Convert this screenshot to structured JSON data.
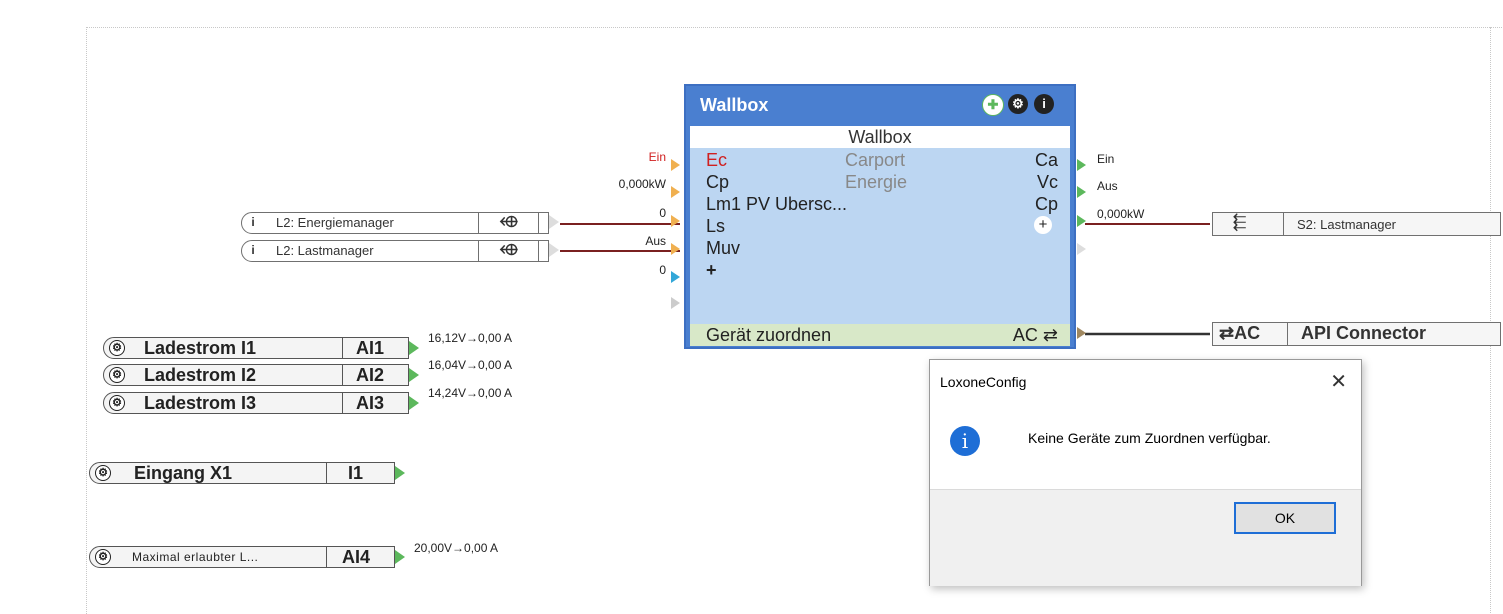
{
  "refs": {
    "energie": {
      "label": "L2: Energiemanager"
    },
    "last": {
      "label": "L2: Lastmanager"
    }
  },
  "inputs": [
    {
      "name": "Ladestrom I1",
      "io": "AI1",
      "value": "16,12V→0,00 A"
    },
    {
      "name": "Ladestrom I2",
      "io": "AI2",
      "value": "16,04V→0,00 A"
    },
    {
      "name": "Ladestrom I3",
      "io": "AI3",
      "value": "14,24V→0,00 A"
    },
    {
      "name": "Eingang X1",
      "io": "I1",
      "value": ""
    },
    {
      "name": "Maximal erlaubter L...",
      "io": "AI4",
      "value": "20,00V→0,00 A"
    }
  ],
  "wallbox": {
    "title": "Wallbox",
    "subtitle": "Wallbox",
    "inputs": [
      {
        "label": "Ec",
        "value": "Ein"
      },
      {
        "label": "Cp",
        "value": "0,000kW"
      },
      {
        "label": "Lm1 PV Ubersc...",
        "value": "0"
      },
      {
        "label": "Ls",
        "value": "Aus"
      },
      {
        "label": "Muv",
        "value": "0"
      },
      {
        "label": "+",
        "value": ""
      }
    ],
    "center": [
      "Carport",
      "Energie"
    ],
    "outputs": [
      {
        "label": "Ca",
        "value": "Ein"
      },
      {
        "label": "Vc",
        "value": "Aus"
      },
      {
        "label": "Cp",
        "value": "0,000kW"
      },
      {
        "label": "+",
        "value": ""
      }
    ],
    "assign_label": "Gerät zuordnen",
    "assign_io": "AC ⇄"
  },
  "outputs": {
    "lastmanager": {
      "label": "S2: Lastmanager"
    },
    "api": {
      "io": "⇄AC",
      "label": "API Connector"
    }
  },
  "dialog": {
    "title": "LoxoneConfig",
    "message": "Keine Geräte zum Zuordnen verfügbar.",
    "ok": "OK",
    "close": "✕"
  }
}
